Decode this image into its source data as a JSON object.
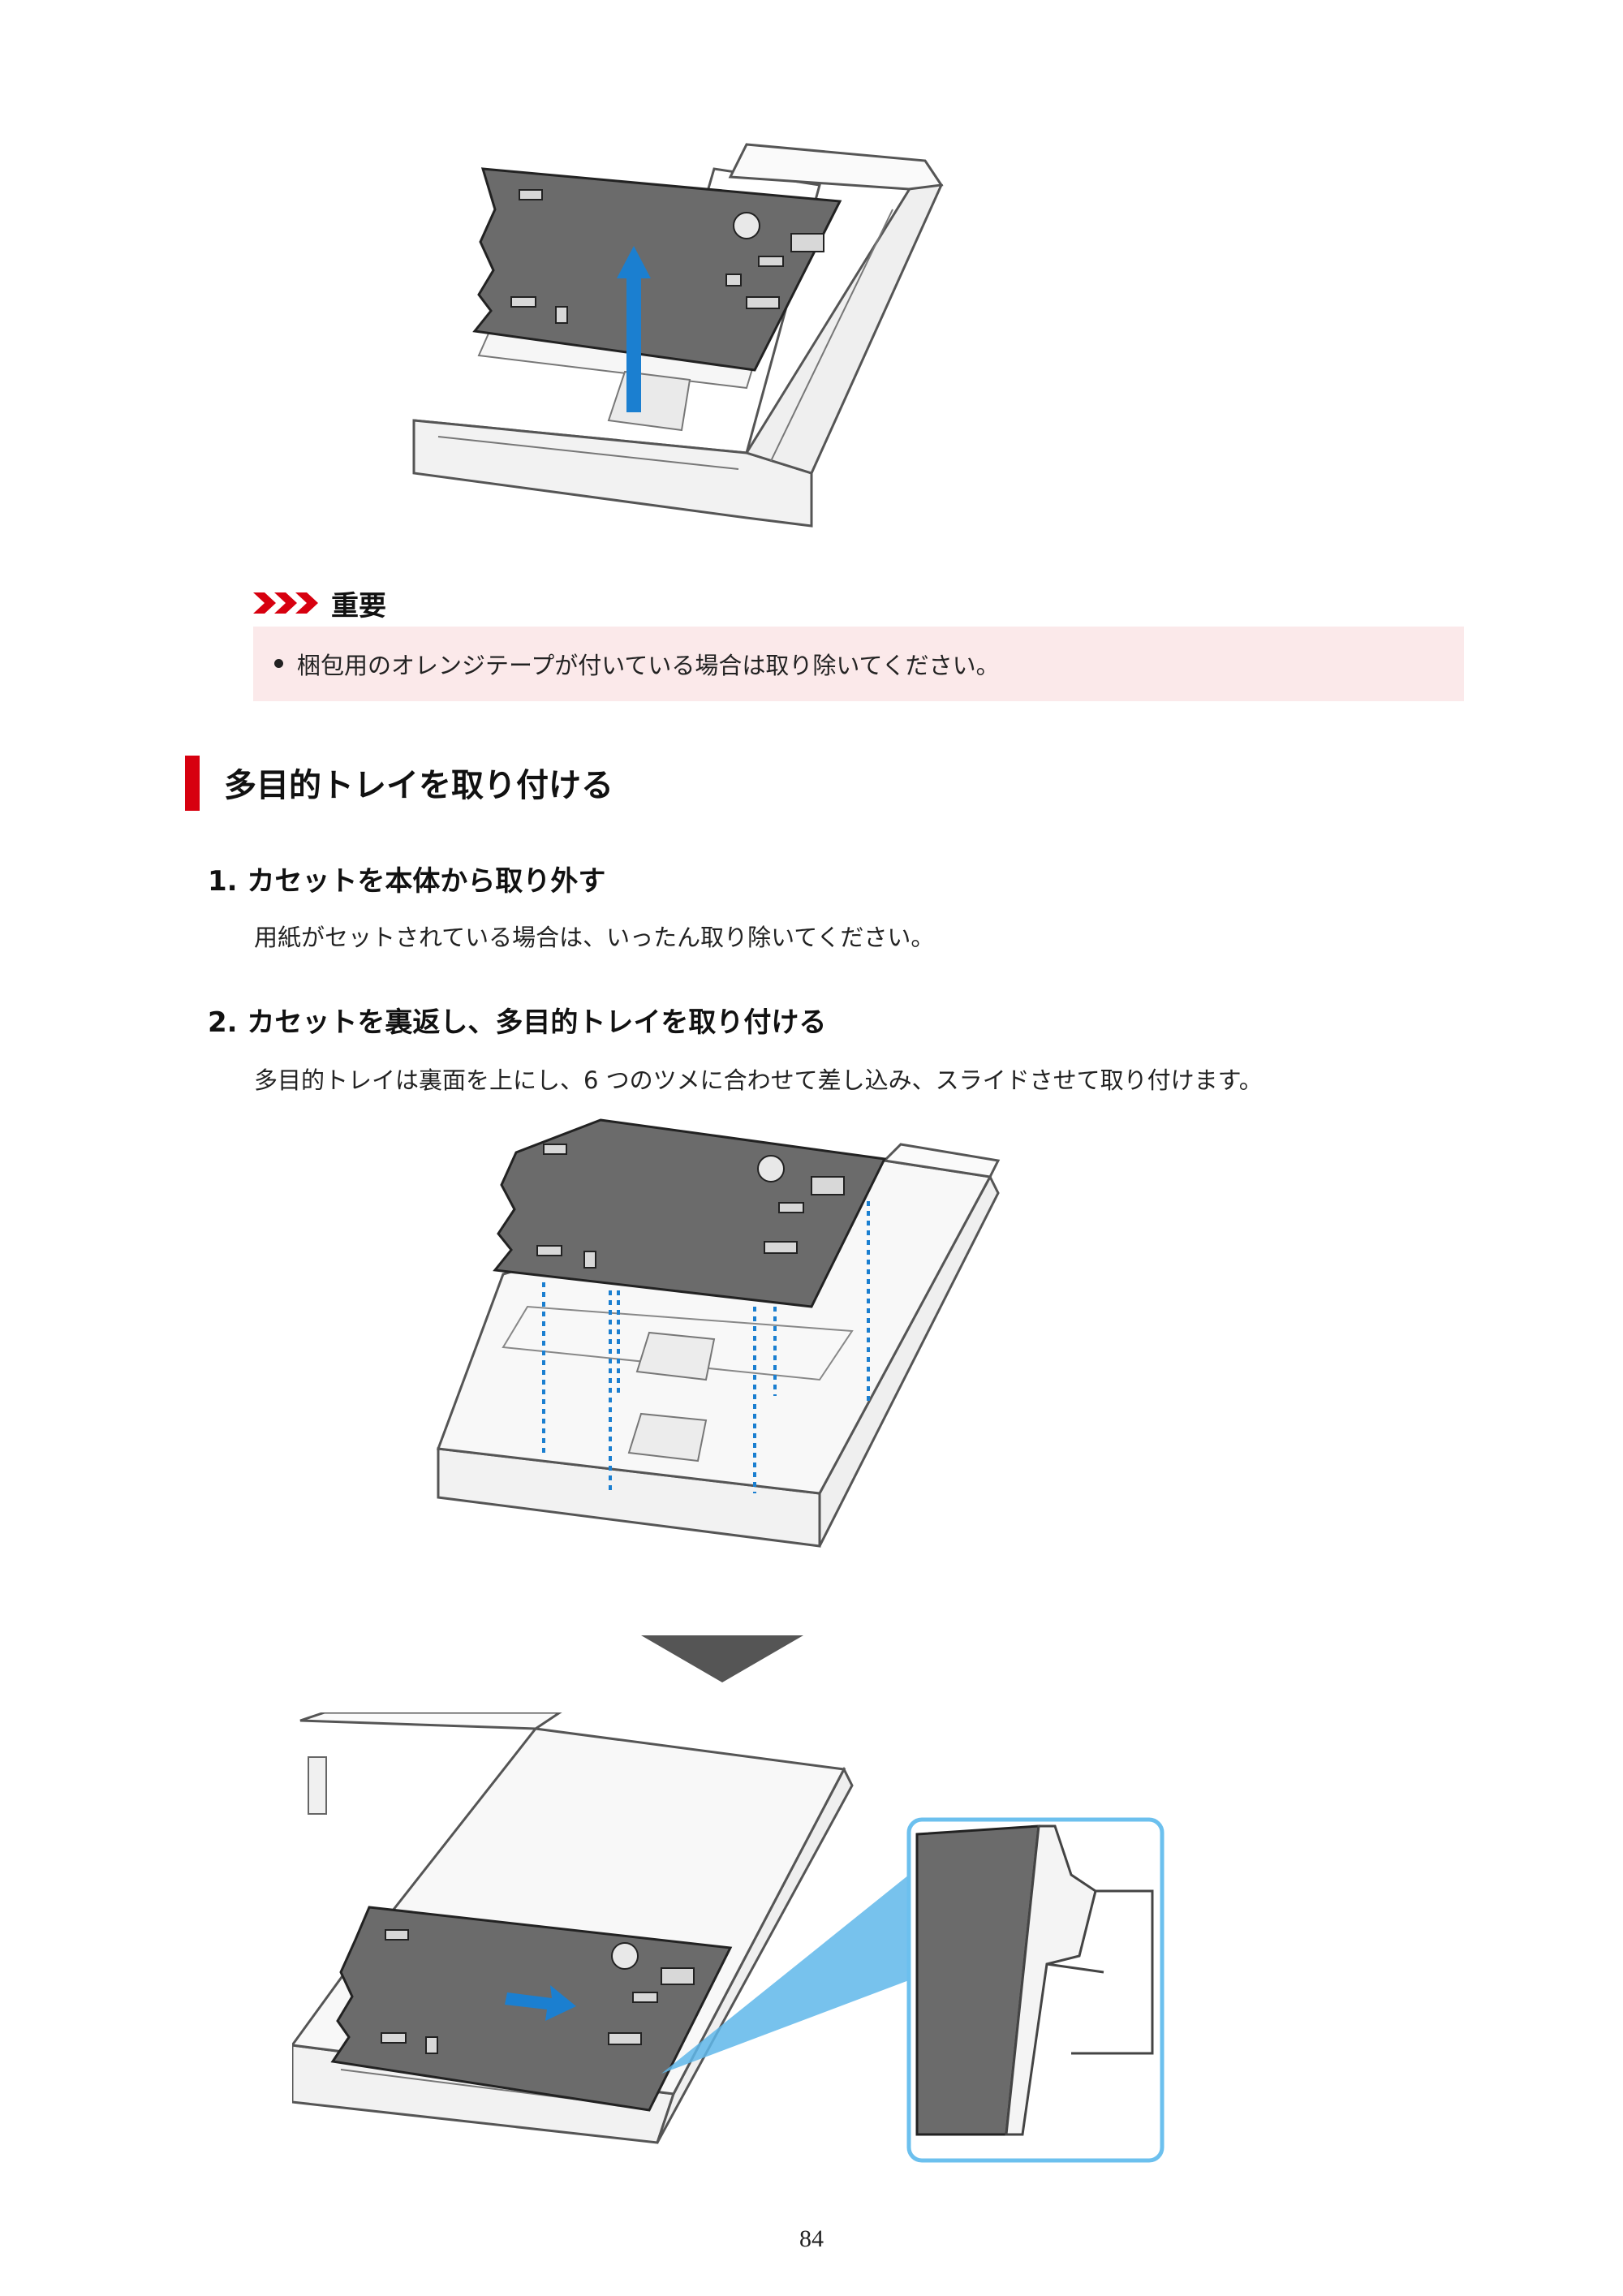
{
  "important": {
    "label": "重要",
    "bullet": "梱包用のオレンジテープが付いている場合は取り除いてください。",
    "accent_color": "#d7000f",
    "box_color": "#fbe9ea"
  },
  "section": {
    "title": "多目的トレイを取り付ける"
  },
  "steps": [
    {
      "title": "1. カセットを本体から取り外す",
      "text": "用紙がセットされている場合は、いったん取り除いてください。"
    },
    {
      "title": "2. カセットを裏返し、多目的トレイを取り付ける",
      "text": "多目的トレイは裏面を上にし、6 つのツメに合わせて差し込み、スライドさせて取り付けます。"
    }
  ],
  "icons": {
    "important": "triple-chevron-icon",
    "lift_arrow": "arrow-up-icon",
    "step_arrow": "triangle-down-icon",
    "slide_arrow": "arrow-right-icon"
  },
  "page": {
    "number": "84"
  }
}
